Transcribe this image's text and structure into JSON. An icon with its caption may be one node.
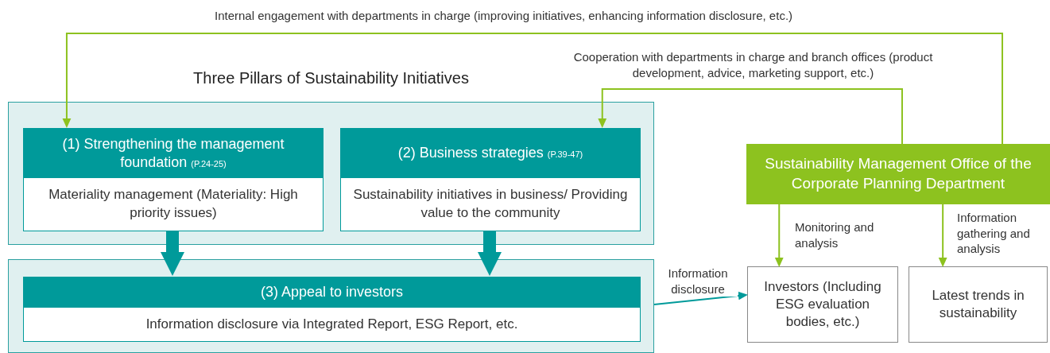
{
  "diagram": {
    "nodes": [
      {
        "text": [
          "Three Pillars of Sustainability Initiatives"
        ]
      },
      {
        "text": [
          "(1) Strengthening the management foundation",
          "(P.24-25)",
          "Materiality management (Materiality: High priority issues)"
        ],
        "in": 0
      },
      {
        "text": [
          "(2) Business strategies",
          "(P.39-47)",
          "Sustainability initiatives in business/ Providing value to the community"
        ],
        "in": 0
      },
      {
        "text": [],
        "shape": "box"
      },
      {
        "text": [
          "(3) Appeal to investors",
          "Information disclosure via Integrated Report, ESG Report, etc."
        ],
        "in": 3
      },
      {
        "text": [
          "Sustainability Management Office of the Corporate Planning Department"
        ]
      },
      {
        "text": [
          "Investors (Including ESG evaluation bodies, etc.)"
        ]
      },
      {
        "text": [
          "Latest trends in sustainability"
        ]
      }
    ],
    "edges": [
      {
        "from": 5,
        "to": 1,
        "arrow": "to",
        "label": "Internal engagement with departments in charge (improving initiatives, enhancing information disclosure, etc.)"
      },
      {
        "from": 5,
        "to": 2,
        "arrow": "to",
        "label": "Cooperation with departments in charge and branch offices (product development, advice, marketing support, etc.)"
      },
      {
        "from": 5,
        "to": 6,
        "arrow": "to",
        "label": "Monitoring and analysis"
      },
      {
        "from": 5,
        "to": 7,
        "arrow": "to",
        "label": "Information gathering and analysis"
      },
      {
        "from": 1,
        "to": 4,
        "arrow": "to",
        "style": "thick",
        "color": "#009a9a"
      },
      {
        "from": 2,
        "to": 4,
        "arrow": "to",
        "style": "thick",
        "color": "#009a9a"
      },
      {
        "from": 3,
        "to": 6,
        "arrow": "to",
        "label": "Information disclosure",
        "color": "#009a9a"
      }
    ]
  }
}
